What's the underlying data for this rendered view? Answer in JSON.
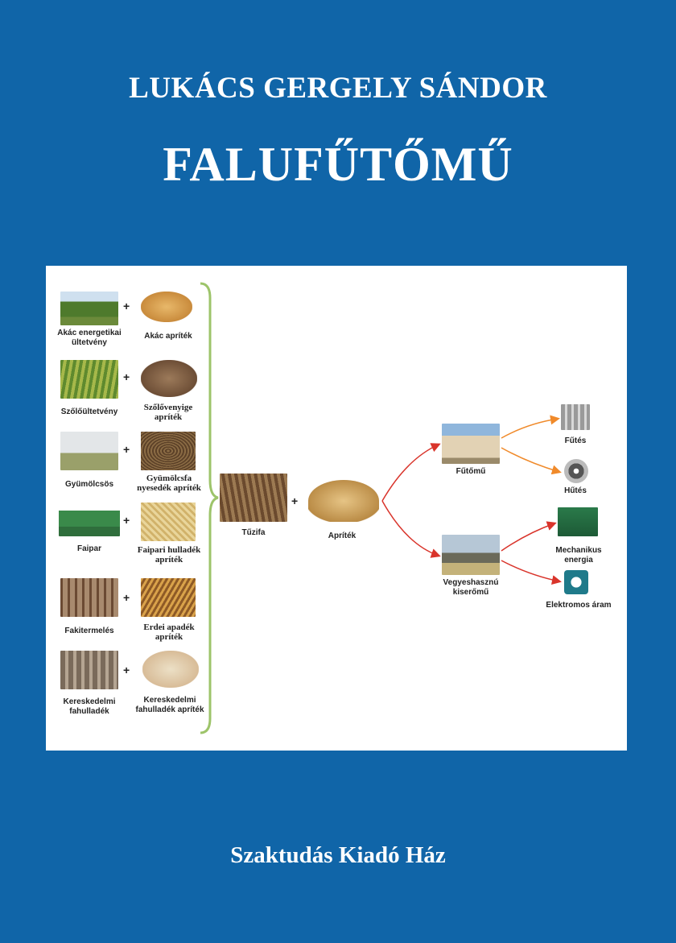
{
  "cover": {
    "author": "LUKÁCS GERGELY SÁNDOR",
    "title": "FALUFŰTŐMŰ",
    "publisher": "Szaktudás Kiadó Ház"
  },
  "diagram": {
    "plus": "+",
    "rows": [
      {
        "source": "Akác energetikai ültetvény",
        "chip": "Akác apríték"
      },
      {
        "source": "Szőlőültetvény",
        "chip": "Szőlővenyige apríték"
      },
      {
        "source": "Gyümölcsös",
        "chip": "Gyümölcsfa nyesedék apríték"
      },
      {
        "source": "Faipar",
        "chip": "Faipari hulladék apríték"
      },
      {
        "source": "Fakitermelés",
        "chip": "Erdei apadék apríték"
      },
      {
        "source": "Kereskedelmi fahulladék",
        "chip": "Kereskedelmi fahulladék apríték"
      }
    ],
    "firewood": "Tűzifa",
    "woodchip": "Apríték",
    "heating_plant": "Fűtőmű",
    "chp_plant": "Vegyeshasznú kiserőmű",
    "heating": "Fűtés",
    "cooling": "Hűtés",
    "mechanical": "Mechanikus energia",
    "electricity": "Elektromos áram",
    "colors": {
      "background": "#1065a8",
      "brace": "#9dc46a",
      "arrow_red": "#d9342b",
      "arrow_orange": "#f08a2a"
    }
  }
}
